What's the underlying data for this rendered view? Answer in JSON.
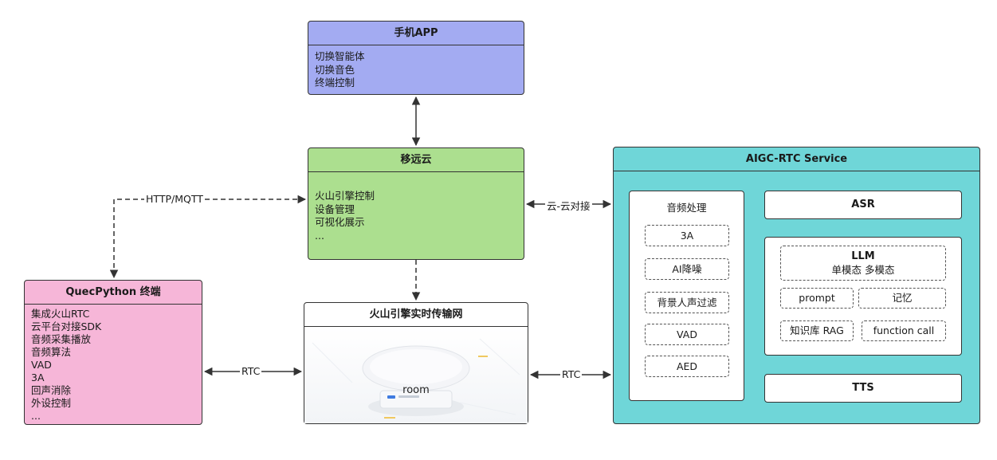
{
  "phone_app": {
    "title": "手机APP",
    "items": [
      "切换智能体",
      "切换音色",
      "终端控制"
    ]
  },
  "cloud": {
    "title": "移远云",
    "items": [
      "火山引擎控制",
      "设备管理",
      "可视化展示",
      "..."
    ]
  },
  "terminal": {
    "title": "QuecPython 终端",
    "items": [
      "集成火山RTC",
      "云平台对接SDK",
      "音频采集播放",
      "音频算法",
      "VAD",
      "3A",
      "回声消除",
      "外设控制",
      "..."
    ]
  },
  "rtc_network": {
    "title": "火山引擎实时传输网",
    "room_label": "room"
  },
  "aigc": {
    "title": "AIGC-RTC Service",
    "audio_processing": {
      "title": "音频处理",
      "items": [
        "3A",
        "AI降噪",
        "背景人声过滤",
        "VAD",
        "AED"
      ]
    },
    "asr": "ASR",
    "llm": {
      "title": "LLM",
      "subtitle": "单模态 多模态",
      "modules": [
        "prompt",
        "记忆",
        "知识库 RAG",
        "function call"
      ]
    },
    "tts": "TTS"
  },
  "links": {
    "http_mqtt": "HTTP/MQTT",
    "cloud_to_cloud": "云-云对接",
    "rtc_left": "RTC",
    "rtc_right": "RTC"
  },
  "colors": {
    "phone": "#a3abf2",
    "cloud": "#acdf8f",
    "terminal": "#f6b6d8",
    "aigc": "#6fd6d8"
  }
}
